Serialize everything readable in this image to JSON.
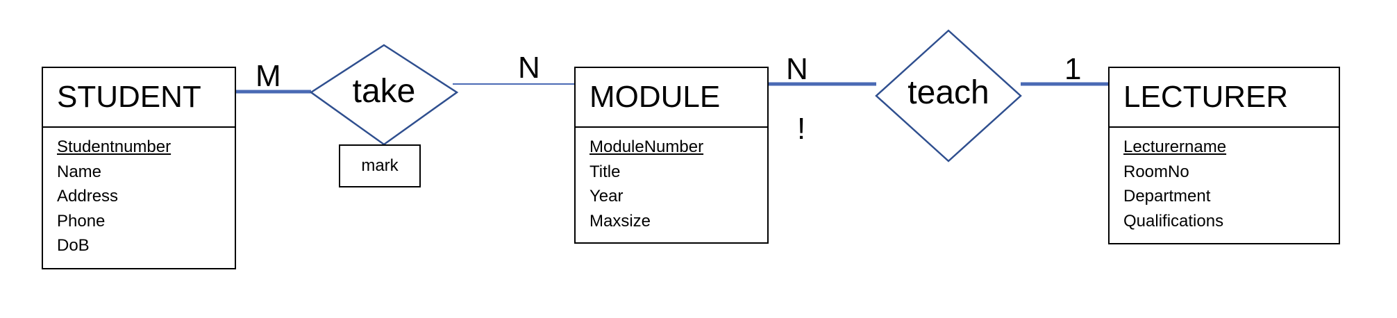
{
  "entities": {
    "student": {
      "title": "STUDENT",
      "attrs": [
        "Studentnumber",
        "Name",
        "Address",
        "Phone",
        "DoB"
      ]
    },
    "module": {
      "title": "MODULE",
      "attrs": [
        "ModuleNumber",
        "Title",
        "Year",
        "Maxsize"
      ]
    },
    "lecturer": {
      "title": "LECTURER",
      "attrs": [
        "Lecturername",
        "RoomNo",
        "Department",
        "Qualifications"
      ]
    }
  },
  "relationships": {
    "take": {
      "label": "take",
      "attribute": "mark"
    },
    "teach": {
      "label": "teach"
    }
  },
  "cardinalities": {
    "student_take": "M",
    "take_module": "N",
    "module_teach": "N",
    "teach_lecturer": "1",
    "exclaim": "!"
  },
  "colors": {
    "line": "#4a6ab4",
    "diamond": "#2f4f8f",
    "box": "#000000"
  }
}
